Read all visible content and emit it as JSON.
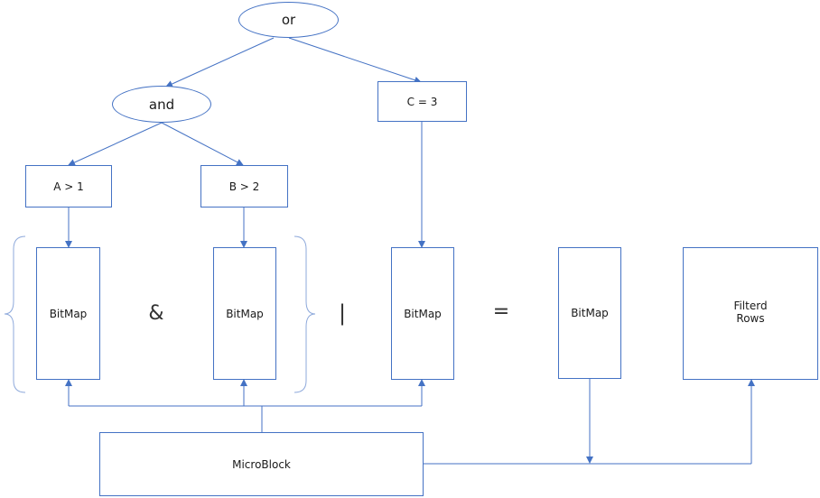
{
  "nodes": {
    "or_label": "or",
    "and_label": "and",
    "cond_a": "A > 1",
    "cond_b": "B > 2",
    "cond_c": "C = 3",
    "bitmap_a": "BitMap",
    "bitmap_b": "BitMap",
    "bitmap_c": "BitMap",
    "bitmap_result": "BitMap",
    "filtered_rows": "Filterd\nRows",
    "microblock": "MicroBlock"
  },
  "operators": {
    "and_op": "&",
    "or_op": "|",
    "equals_op": "="
  },
  "colors": {
    "line": "#4472c4",
    "bracket": "#8ea9db"
  }
}
